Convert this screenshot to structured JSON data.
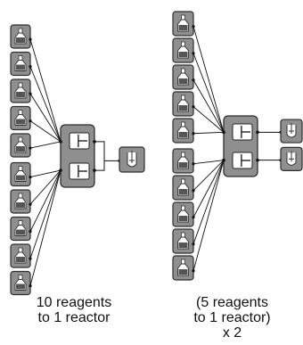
{
  "diagrams": [
    {
      "reagent_count": 10,
      "splitter_outputs": 2,
      "reactor_count": 1,
      "caption_lines": [
        "10 reagents",
        "to 1 reactor"
      ]
    },
    {
      "reagent_count": 10,
      "splitter_outputs": 2,
      "reactor_count": 2,
      "caption_lines": [
        "(5 reagents",
        "to 1 reactor)",
        "x 2"
      ]
    }
  ],
  "colors": {
    "block_fill": "#8f8f8f",
    "block_stroke": "#2f2f2f",
    "icon_fill": "#ffffff",
    "wire": "#111111"
  },
  "icons": {
    "reagent": "bottle-icon",
    "splitter": "valve-icon",
    "reactor": "reactor-icon"
  }
}
